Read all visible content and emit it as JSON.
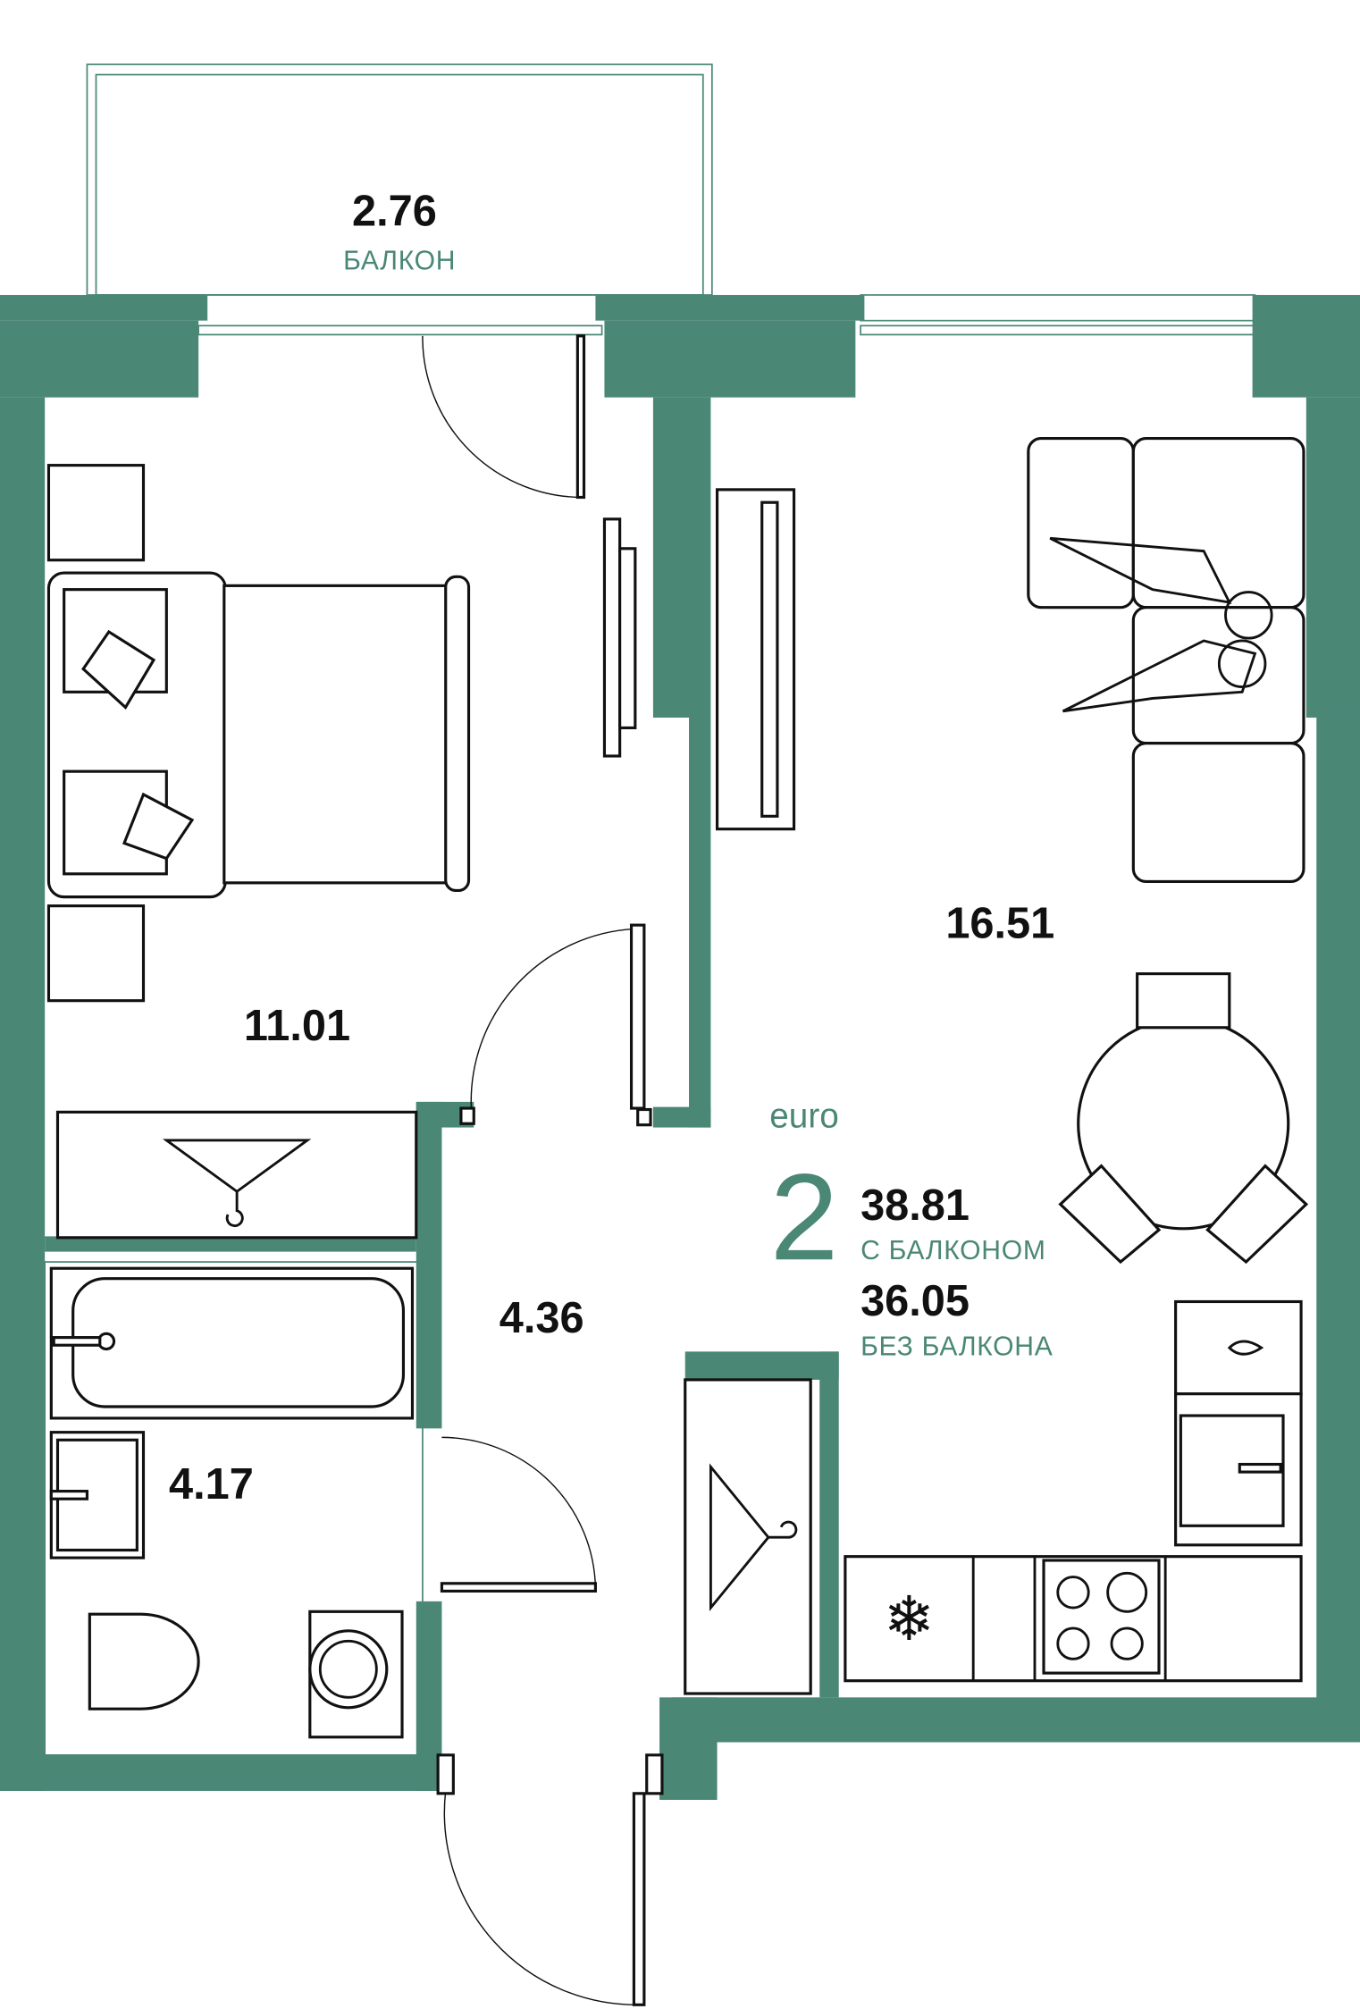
{
  "plan": {
    "wall_color": "#4a8775",
    "balcony": {
      "area": "2.76",
      "label": "БАЛКОН"
    },
    "bedroom": {
      "area": "11.01"
    },
    "living_kitchen": {
      "area": "16.51"
    },
    "hallway": {
      "area": "4.36"
    },
    "bathroom": {
      "area": "4.17"
    },
    "summary": {
      "type": "euro",
      "rooms": "2",
      "total_with_balcony": "38.81",
      "with_balcony_label": "С БАЛКОНОМ",
      "total_without_balcony": "36.05",
      "without_balcony_label": "БЕЗ БАЛКОНА"
    }
  }
}
